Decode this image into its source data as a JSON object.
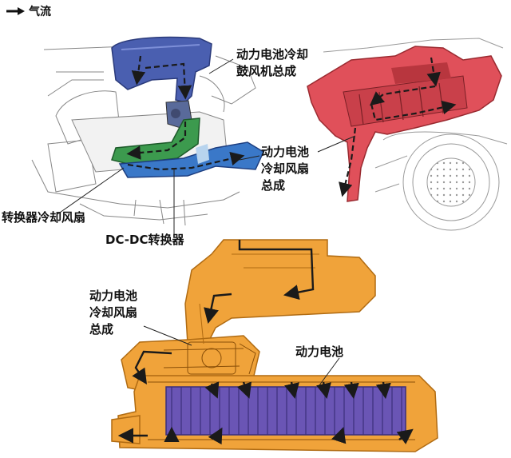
{
  "legend": {
    "label": "气流",
    "icon": "arrow-right-icon"
  },
  "labels": {
    "blower": [
      "动力电池冷却",
      "鼓风机总成"
    ],
    "fan_top": [
      "动力电池",
      "冷却风扇",
      "总成"
    ],
    "converter_fan": "转换器冷却风扇",
    "dcdc": "DC-DC转换器",
    "fan_bottom": [
      "动力电池",
      "冷却风扇",
      "总成"
    ],
    "battery": "动力电池"
  },
  "colors": {
    "blue_duct": "#4a5fb0",
    "green_duct": "#3c9a4e",
    "light_blue_duct": "#3a78c8",
    "red_body": "#e0505a",
    "orange_duct": "#f0a33a",
    "battery_cells": "#6550b0",
    "airflow": "#1a1a1a"
  }
}
